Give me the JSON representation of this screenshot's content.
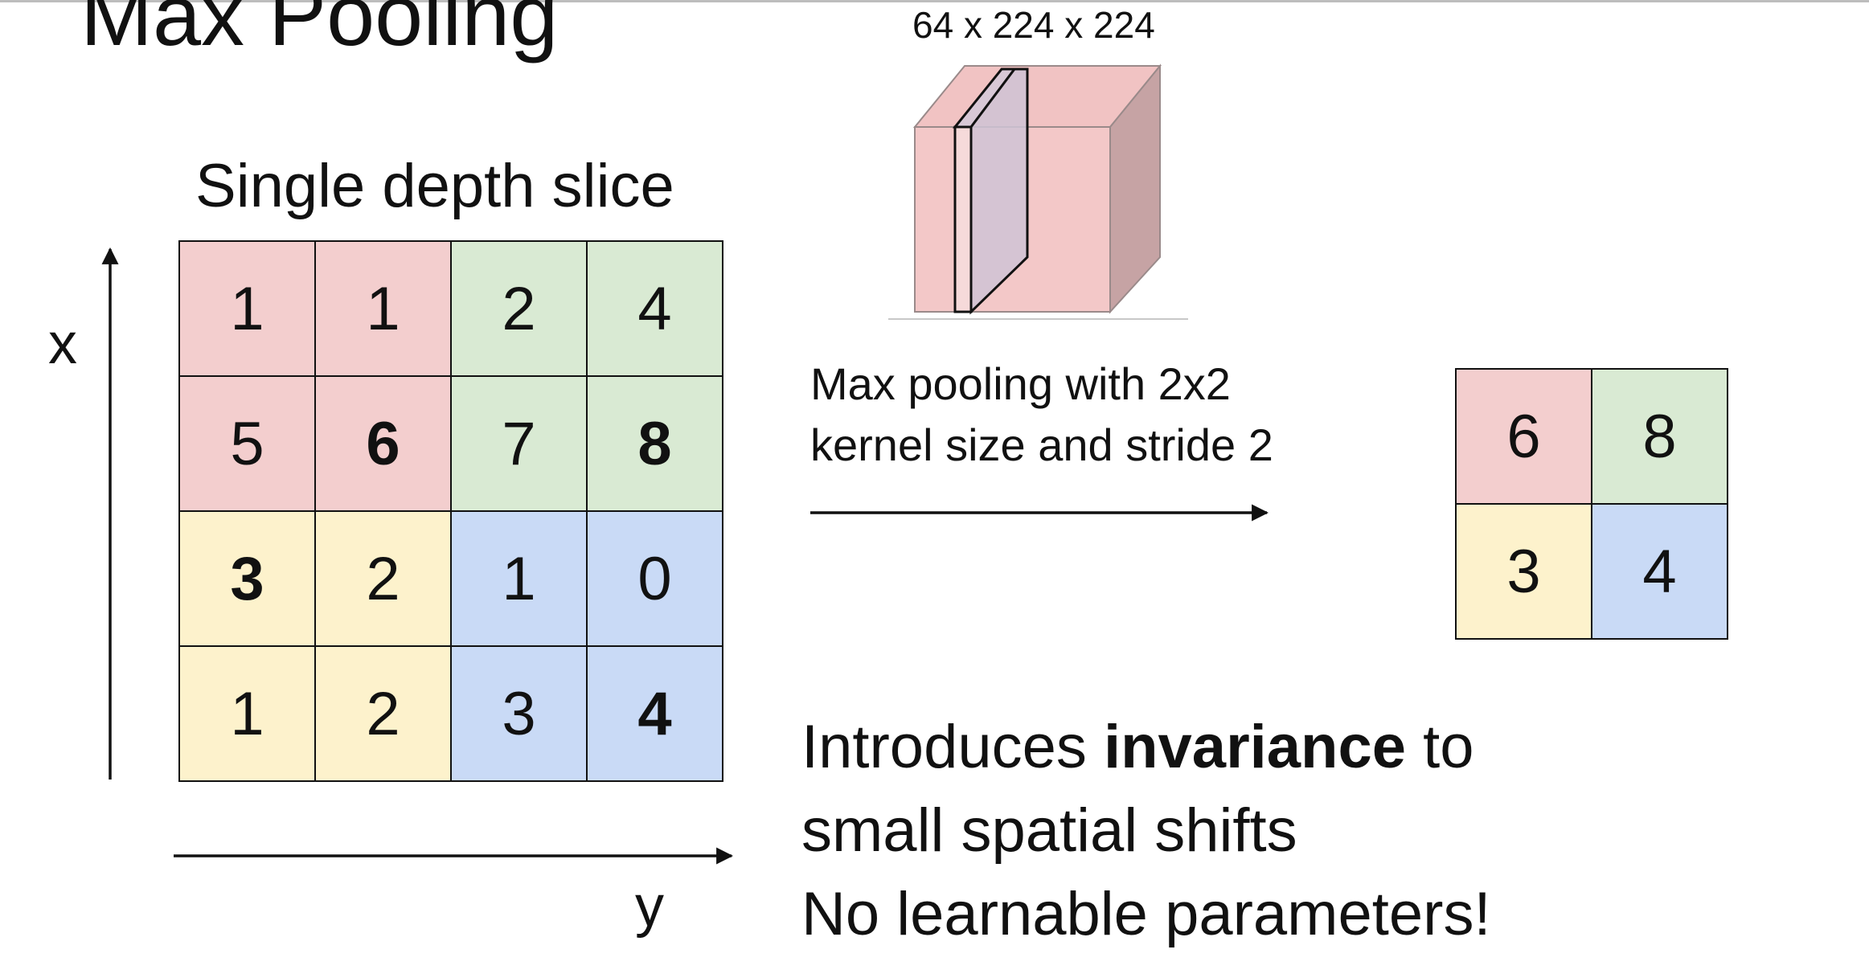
{
  "title": "Max Pooling",
  "slice_label": "Single depth slice",
  "axis_x_label": "x",
  "axis_y_label": "y",
  "volume_dims": "64 x 224 x 224",
  "operation": {
    "line1": "Max pooling with 2x2",
    "line2": "kernel size and stride 2"
  },
  "colors": {
    "red": "#f3cece",
    "green": "#d9ead3",
    "yellow": "#fdf2cc",
    "blue": "#c9daf6"
  },
  "input_grid": [
    [
      {
        "value": "1",
        "bold": false,
        "color": "red"
      },
      {
        "value": "1",
        "bold": false,
        "color": "red"
      },
      {
        "value": "2",
        "bold": false,
        "color": "green"
      },
      {
        "value": "4",
        "bold": false,
        "color": "green"
      }
    ],
    [
      {
        "value": "5",
        "bold": false,
        "color": "red"
      },
      {
        "value": "6",
        "bold": true,
        "color": "red"
      },
      {
        "value": "7",
        "bold": false,
        "color": "green"
      },
      {
        "value": "8",
        "bold": true,
        "color": "green"
      }
    ],
    [
      {
        "value": "3",
        "bold": true,
        "color": "yellow"
      },
      {
        "value": "2",
        "bold": false,
        "color": "yellow"
      },
      {
        "value": "1",
        "bold": false,
        "color": "blue"
      },
      {
        "value": "0",
        "bold": false,
        "color": "blue"
      }
    ],
    [
      {
        "value": "1",
        "bold": false,
        "color": "yellow"
      },
      {
        "value": "2",
        "bold": false,
        "color": "yellow"
      },
      {
        "value": "3",
        "bold": false,
        "color": "blue"
      },
      {
        "value": "4",
        "bold": true,
        "color": "blue"
      }
    ]
  ],
  "output_grid": [
    [
      {
        "value": "6",
        "color": "red"
      },
      {
        "value": "8",
        "color": "green"
      }
    ],
    [
      {
        "value": "3",
        "color": "yellow"
      },
      {
        "value": "4",
        "color": "blue"
      }
    ]
  ],
  "note": {
    "line1_before": "Introduces ",
    "line1_bold": "invariance",
    "line1_after": " to",
    "line2": "small spatial shifts",
    "line3": "No learnable parameters!"
  }
}
